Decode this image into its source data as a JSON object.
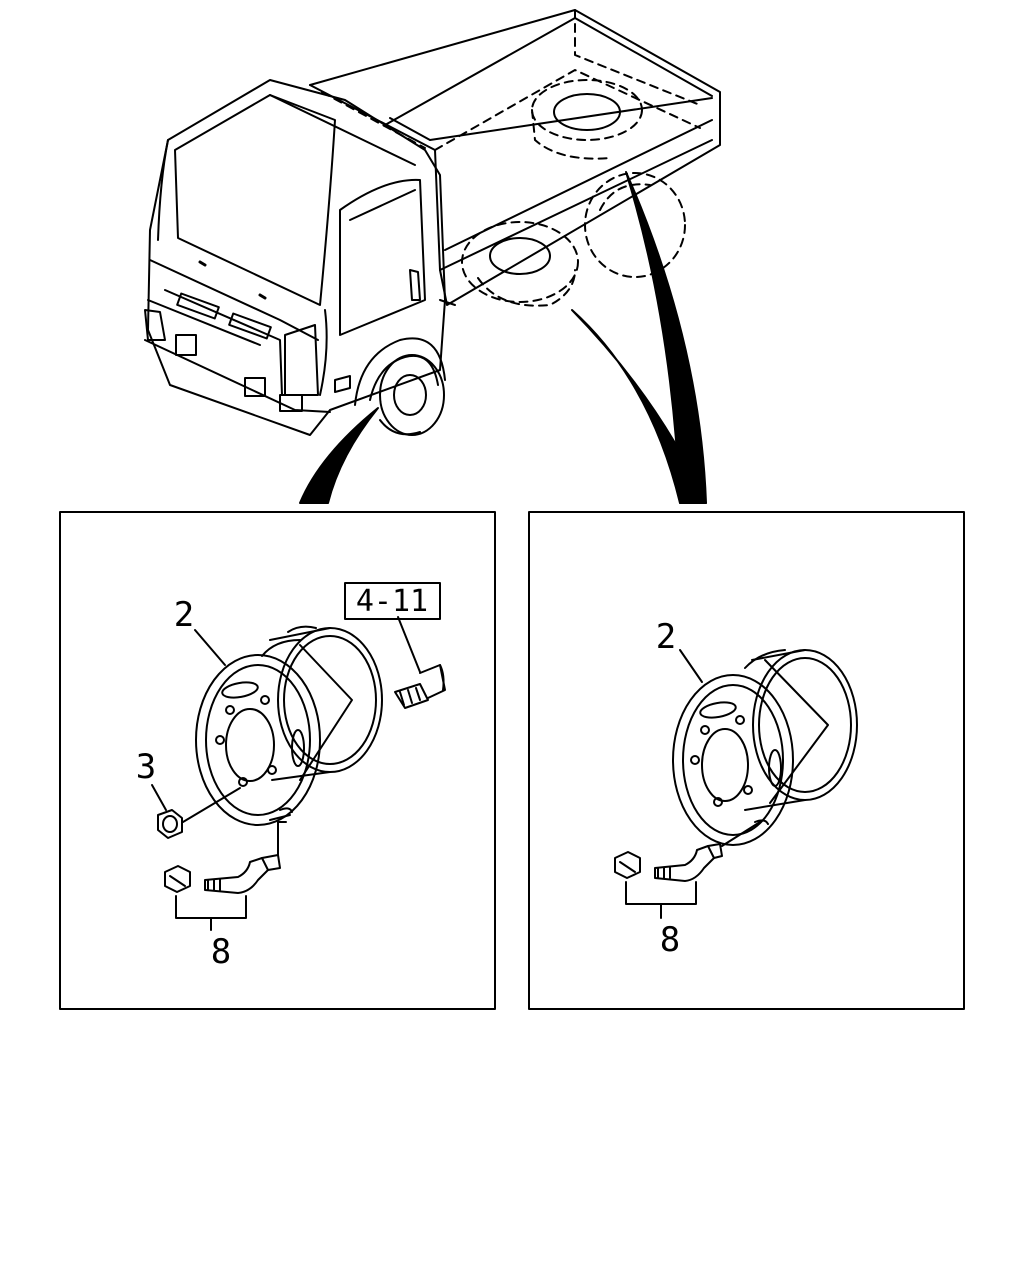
{
  "left_panel": {
    "callouts": {
      "wheel": "2",
      "nut": "3",
      "valve_set": "8",
      "reference": "4-11"
    }
  },
  "right_panel": {
    "callouts": {
      "wheel": "2",
      "valve_set": "8"
    }
  },
  "colors": {
    "line": "#000000",
    "background": "#ffffff"
  }
}
